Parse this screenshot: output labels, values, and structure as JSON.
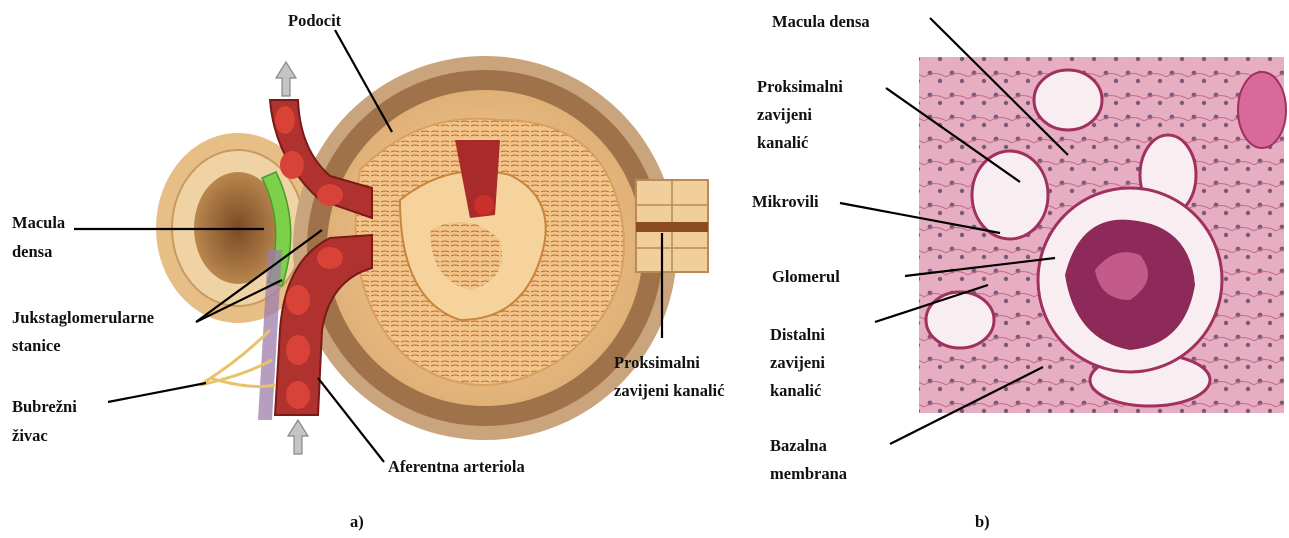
{
  "panel_a": {
    "caption": "a)",
    "labels": {
      "podocit": "Podocit",
      "macula_densa_1": "Macula",
      "macula_densa_2": "densa",
      "juksta_1": "Jukstaglomerularne",
      "juksta_2": "stanice",
      "nerve_1": "Bubrežni",
      "nerve_2": "živac",
      "afferent": "Aferentna arteriola",
      "proximal_1": "Proksimalni",
      "proximal_2": "zavijeni kanalić"
    }
  },
  "panel_b": {
    "caption": "b)",
    "labels": {
      "macula_densa": "Macula densa",
      "proximal_1": "Proksimalni",
      "proximal_2": "zavijeni",
      "proximal_3": "kanalić",
      "mikrovili": "Mikrovili",
      "glomerul": "Glomerul",
      "distal_1": "Distalni",
      "distal_2": "zavijeni",
      "distal_3": "kanalić",
      "bazalna_1": "Bazalna",
      "bazalna_2": "membrana"
    }
  },
  "colors": {
    "capsule_outer": "#e8c08a",
    "capsule_wall": "#a0724a",
    "glomerulus": "#f3c98a",
    "podocyte_dark": "#c9823f",
    "vessel": "#b0322e",
    "rbc": "#c9302a",
    "macula_green": "#7cd04a",
    "nerve": "#e9c36a",
    "micrograph_bg": "#e9b8c8",
    "micrograph_stain": "#8e2a5a",
    "arrow": "#b8b8b8"
  }
}
